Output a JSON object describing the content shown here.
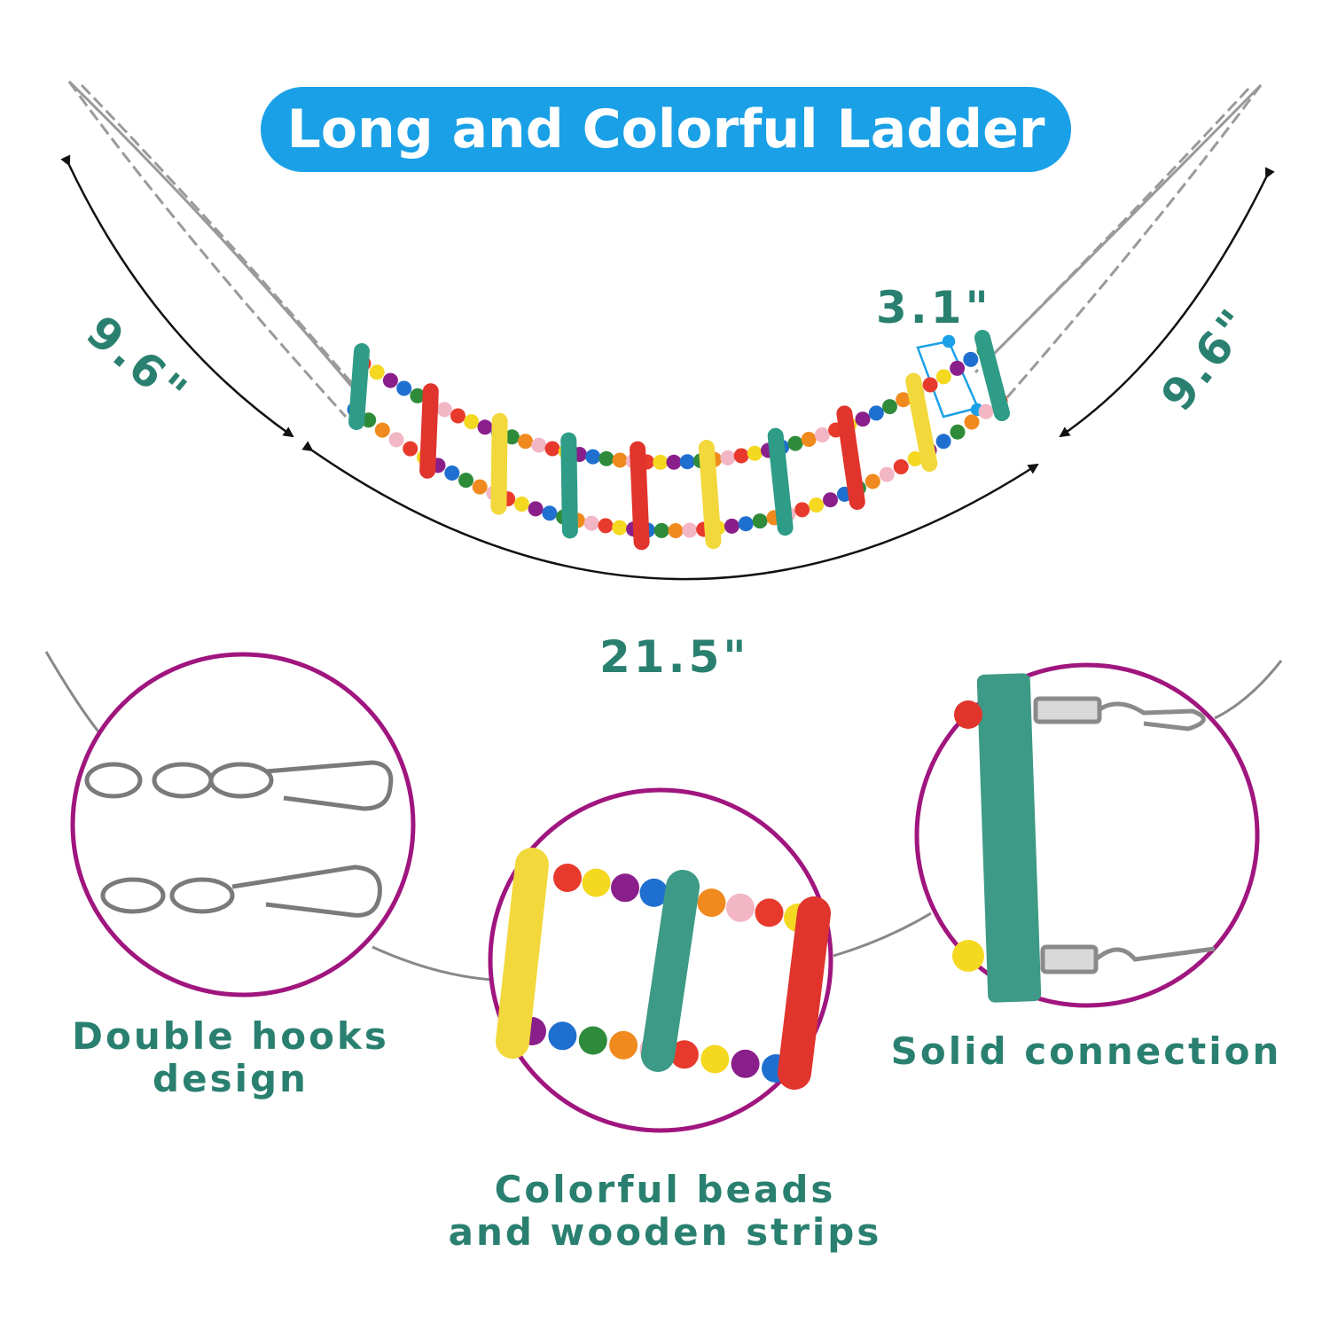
{
  "title": "Long and Colorful Ladder",
  "dimensions": {
    "left_chain": "9.6\"",
    "right_chain": "9.6\"",
    "rung_spacing": "3.1\"",
    "total_length": "21.5\""
  },
  "callouts": [
    {
      "lines": [
        "Double hooks",
        "design"
      ]
    },
    {
      "lines": [
        "Colorful beads",
        "and wooden strips"
      ]
    },
    {
      "lines": [
        "Solid connection"
      ]
    }
  ],
  "colors": {
    "title_pill": "#1aa0e6",
    "text_teal": "#2a8070",
    "circle_border": "#a0157e",
    "rung_colors": [
      "#2e9c86",
      "#e0342c",
      "#f2d83b",
      "#2e9c86",
      "#e0342c",
      "#f2d83b",
      "#2e9c86",
      "#e0342c",
      "#f2d83b",
      "#2e9c86"
    ],
    "bead_colors": [
      "#e83a2c",
      "#f5d820",
      "#8a1f8c",
      "#1f6fd0",
      "#2e8b3a",
      "#f08a1e",
      "#f3b6c4"
    ]
  },
  "icons": [
    "chain-hook-icon",
    "dimension-arrow-icon"
  ]
}
